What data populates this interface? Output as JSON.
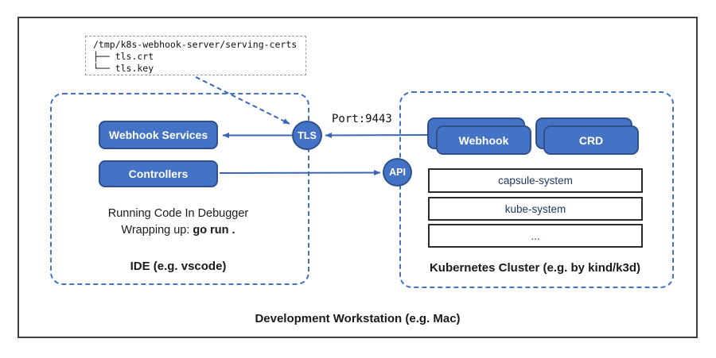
{
  "workstation": {
    "label": "Development Workstation (e.g. Mac)"
  },
  "certs": {
    "path": "/tmp/k8s-webhook-server/serving-certs",
    "files": [
      "├── tls.crt",
      "└── tls.key"
    ]
  },
  "ide": {
    "label": "IDE (e.g. vscode)",
    "webhook_services_label": "Webhook Services",
    "controllers_label": "Controllers",
    "note_line1": "Running Code In Debugger",
    "note_line2_prefix": "Wrapping up: ",
    "note_line2_command": "go run ."
  },
  "cluster": {
    "label": "Kubernetes Cluster (e.g. by kind/k3d)",
    "webhook_label": "Webhook",
    "crd_label": "CRD",
    "namespaces": [
      "capsule-system",
      "kube-system",
      "..."
    ]
  },
  "connectors": {
    "tls": "TLS",
    "api": "API",
    "port": "Port:9443"
  },
  "colors": {
    "node_fill": "#4472C4",
    "node_border": "#2F528F",
    "boundary_dash": "#4472C4",
    "wire": "#3B66B5",
    "namespace_text": "#1F3864",
    "outer_border": "#3f3f3f"
  }
}
